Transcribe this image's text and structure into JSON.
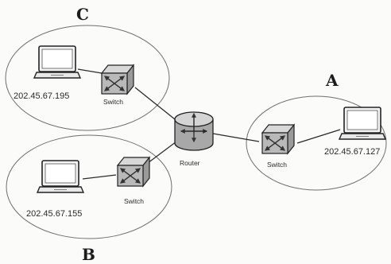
{
  "networks": {
    "a": {
      "label": "A",
      "host_ip": "202.45.67.127",
      "switch_label": "Switch"
    },
    "b": {
      "label": "B",
      "host_ip": "202.45.67.155",
      "switch_label": "Switch"
    },
    "c": {
      "label": "C",
      "host_ip": "202.45.67.195",
      "switch_label": "Switch"
    }
  },
  "router": {
    "label": "Router"
  },
  "icons": {
    "laptop": "laptop-icon",
    "switch": "switch-icon",
    "router": "router-icon"
  }
}
